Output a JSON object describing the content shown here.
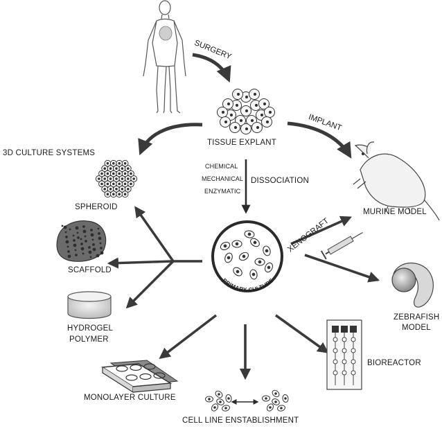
{
  "nodes": {
    "surgery": "SURGERY",
    "tissue_explant": "TISSUE EXPLANT",
    "implant": "IMPLANT",
    "culture_systems_3d": "3D CULTURE SYSTEMS",
    "chemical": "CHEMICAL",
    "mechanical": "MECHANICAL",
    "enzymatic": "ENZYMATIC",
    "dissociation": "DISSOCIATION",
    "spheroid": "SPHEROID",
    "murine_model": "MURINE MODEL",
    "xenograft": "XENOGRAFT",
    "scaffold": "SCAFFOLD",
    "primary_culture": "PRIMARY CULTURE",
    "zebrafish_line1": "ZEBRAFISH",
    "zebrafish_line2": "MODEL",
    "hydrogel_line1": "HYDROGEL",
    "hydrogel_line2": "POLYMER",
    "bioreactor": "BIOREACTOR",
    "monolayer_culture": "MONOLAYER CULTURE",
    "cell_line_establishment": "CELL LINE ENSTABLISHMENT"
  },
  "colors": {
    "arrow": "#3a3a3a",
    "line": "#2a2a2a",
    "fill_light": "#e6e6e6",
    "fill_mid": "#9a9a9a",
    "fill_dark": "#4a4a4a"
  }
}
